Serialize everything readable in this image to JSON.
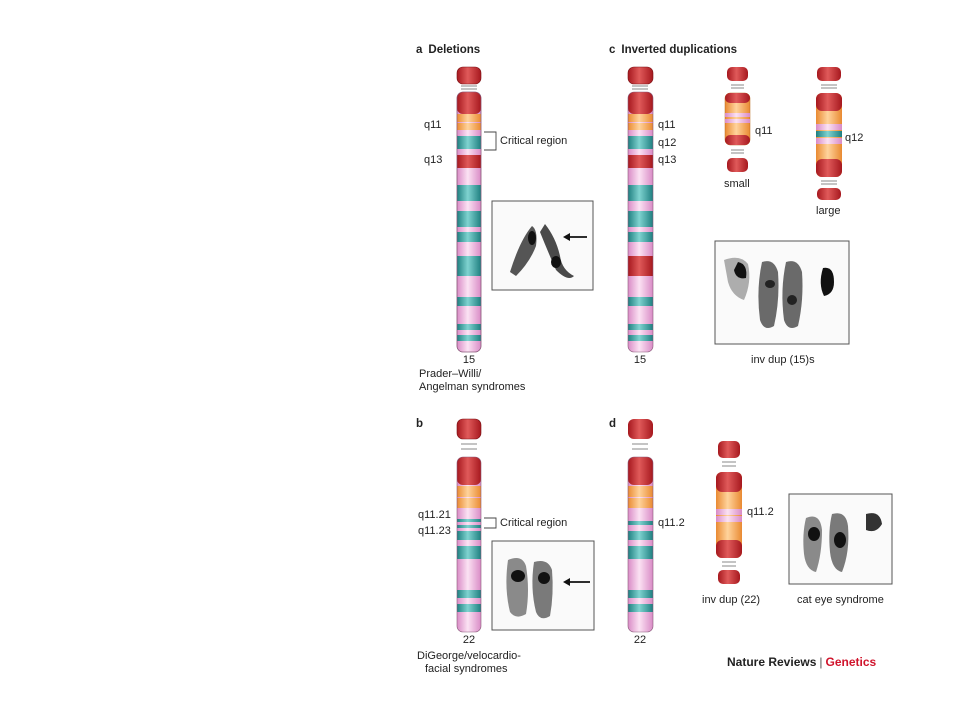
{
  "panels": {
    "a": {
      "letter": "a",
      "title": "Deletions",
      "labels": {
        "q11": "q11",
        "q13": "q13",
        "critical": "Critical region"
      },
      "chromosome_number": "15",
      "caption_line1": "Prader–Willi/",
      "caption_line2": "Angelman syndromes"
    },
    "b": {
      "letter": "b",
      "labels": {
        "q11_21": "q11.21",
        "q11_23": "q11.23",
        "critical": "Critical region"
      },
      "chromosome_number": "22",
      "caption_line1": "DiGeorge/velocardio-",
      "caption_line2": "facial syndromes"
    },
    "c": {
      "letter": "c",
      "title": "Inverted duplications",
      "labels": {
        "q11": "q11",
        "q12": "q12",
        "q13": "q13",
        "small_q": "q11",
        "large_q": "q12"
      },
      "small_label": "small",
      "large_label": "large",
      "chromosome_number": "15",
      "photo_caption": "inv dup (15)s"
    },
    "d": {
      "letter": "d",
      "labels": {
        "q11_2": "q11.2",
        "invdup_q": "q11.2"
      },
      "chromosome_number": "22",
      "invdup_caption": "inv dup (22)",
      "photo_caption": "cat eye syndrome"
    }
  },
  "footer": {
    "journal": "Nature Reviews",
    "separator": "|",
    "subject": "Genetics"
  },
  "colors": {
    "red": "#c8282e",
    "orange": "#f6a55a",
    "teal": "#2e9a9a",
    "pink": "#e8a6d6",
    "accent": "#d0142c"
  }
}
